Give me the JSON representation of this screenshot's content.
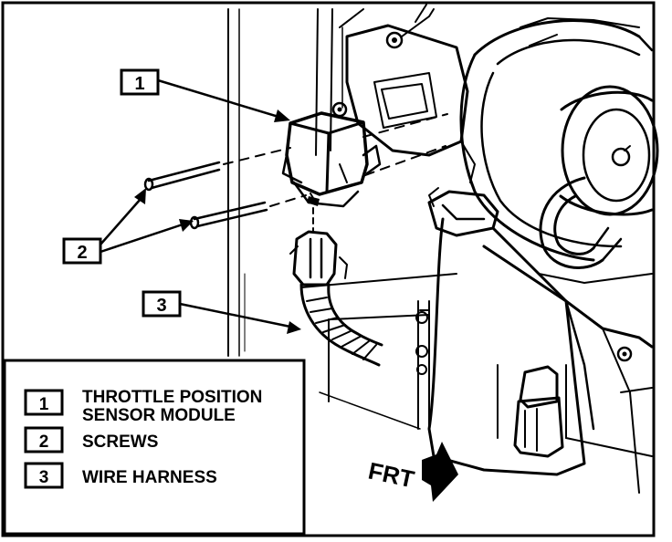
{
  "callouts": [
    {
      "number": "1"
    },
    {
      "number": "2"
    },
    {
      "number": "3"
    }
  ],
  "legend": {
    "items": [
      {
        "number": "1",
        "line1": "THROTTLE POSITION",
        "line2": "SENSOR MODULE"
      },
      {
        "number": "2",
        "line1": "SCREWS",
        "line2": ""
      },
      {
        "number": "3",
        "line1": "WIRE HARNESS",
        "line2": ""
      }
    ]
  },
  "direction": {
    "label": "FRT"
  }
}
